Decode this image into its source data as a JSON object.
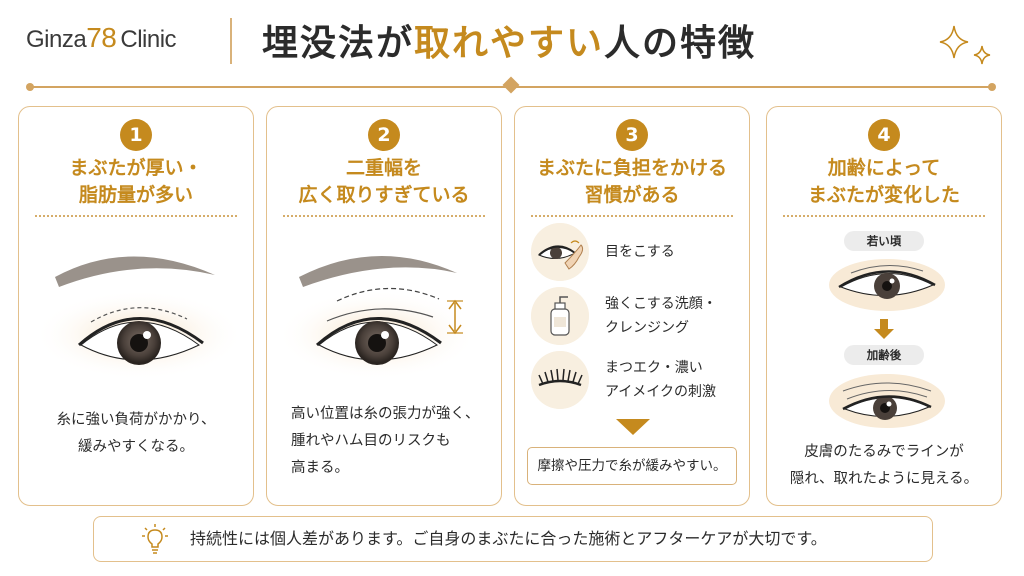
{
  "header": {
    "logo_prefix": "Ginza",
    "logo_number": "78",
    "logo_suffix": "Clinic",
    "title_part1": "埋没法が",
    "title_highlight": "取れやすい",
    "title_part2": "人の特徴",
    "sparkle_icon": "sparkle-icon"
  },
  "colors": {
    "accent": "#c58a1e",
    "border": "#e3c08c",
    "footer_bg": "#ffffff"
  },
  "cards": [
    {
      "number": "1",
      "title_line1": "まぶたが厚い・",
      "title_line2": "脂肪量が多い",
      "desc_line1": "糸に強い負荷がかかり、",
      "desc_line2": "緩みやすくなる。"
    },
    {
      "number": "2",
      "title_line1": "二重幅を",
      "title_line2": "広く取りすぎている",
      "desc_line1": "高い位置は糸の張力が強く、",
      "desc_line2": "腫れやハム目のリスクも",
      "desc_line3": "高まる。"
    },
    {
      "number": "3",
      "title_line1": "まぶたに負担をかける",
      "title_line2": "習慣がある",
      "habits": [
        {
          "icon": "eye-rubbing-icon",
          "line1": "目をこする",
          "line2": ""
        },
        {
          "icon": "cleanser-bottle-icon",
          "line1": "強くこする洗顔・",
          "line2": "クレンジング"
        },
        {
          "icon": "eyelash-icon",
          "line1": "まつエク・濃い",
          "line2": "アイメイクの刺激"
        }
      ],
      "summary": "摩擦や圧力で糸が緩みやすい。"
    },
    {
      "number": "4",
      "title_line1": "加齢によって",
      "title_line2": "まぶたが変化した",
      "before_label": "若い頃",
      "after_label": "加齢後",
      "desc_line1": "皮膚のたるみでラインが",
      "desc_line2": "隠れ、取れたように見える。"
    }
  ],
  "footer": {
    "icon": "lightbulb-icon",
    "text": "持続性には個人差があります。ご自身のまぶたに合った施術とアフターケアが大切です。"
  }
}
